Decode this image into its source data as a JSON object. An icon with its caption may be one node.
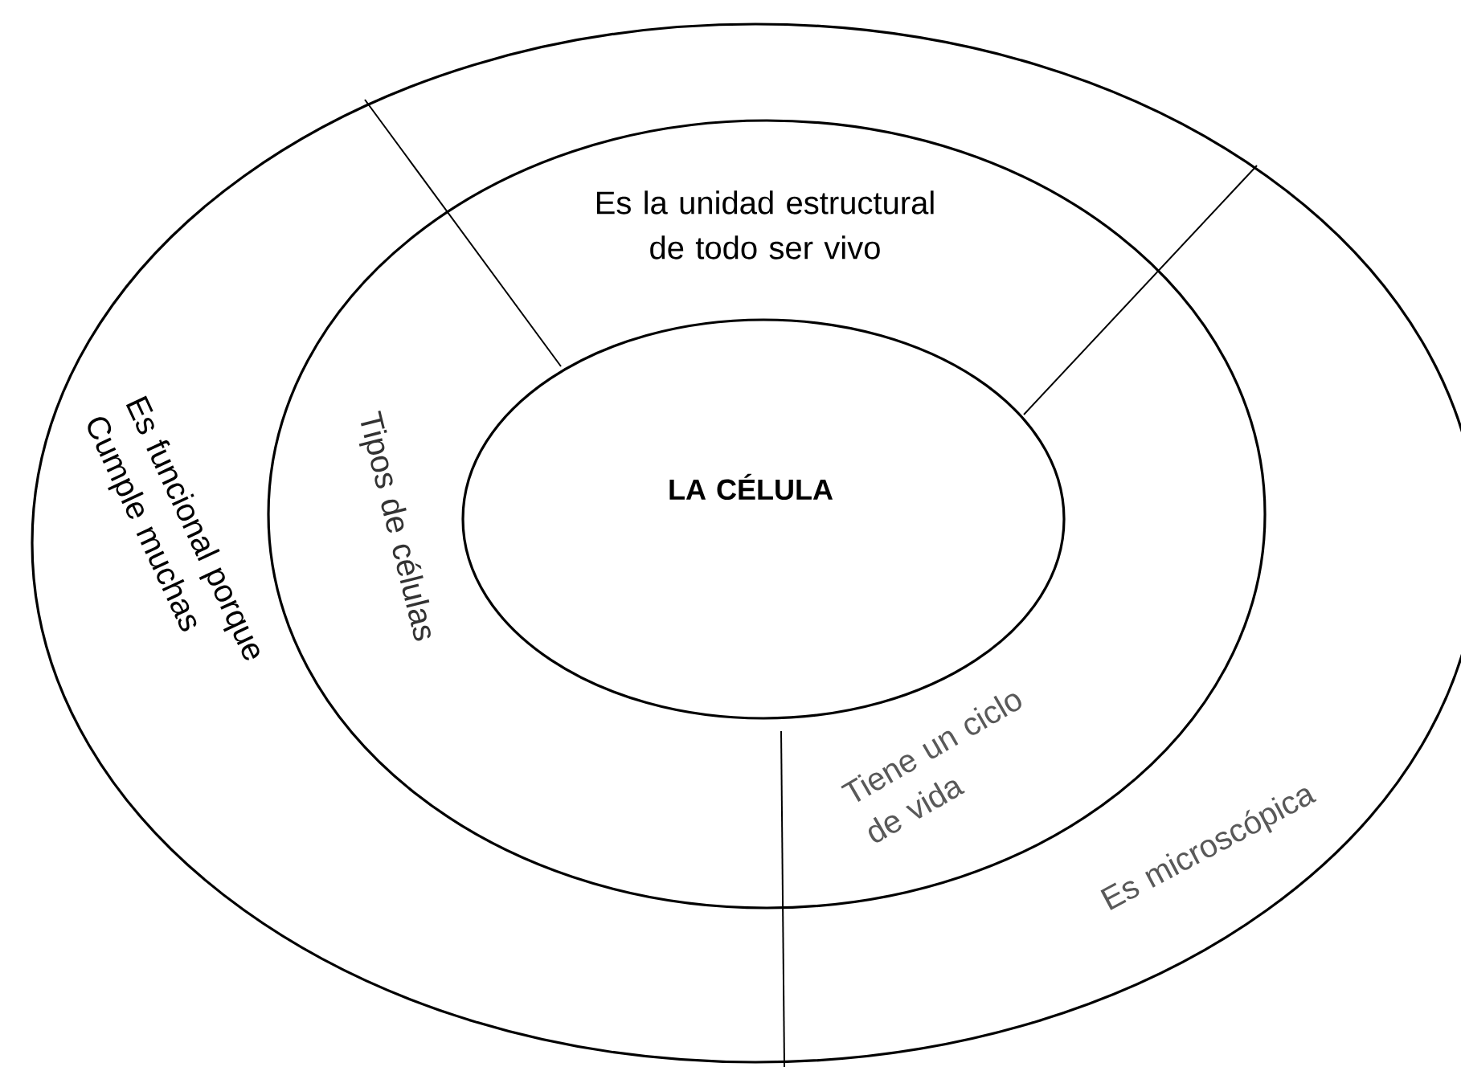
{
  "diagram": {
    "nodes": [
      {
        "text": [
          "Es funcional porque Cumple muchas",
          "Es microscópica"
        ]
      },
      {
        "text": [
          "Es la unidad estructural de todo ser vivo",
          "Tipos de células",
          "Tiene un ciclo de vida"
        ],
        "in": 0
      },
      {
        "text": [
          "LA CÉLULA"
        ],
        "in": 1
      }
    ]
  }
}
